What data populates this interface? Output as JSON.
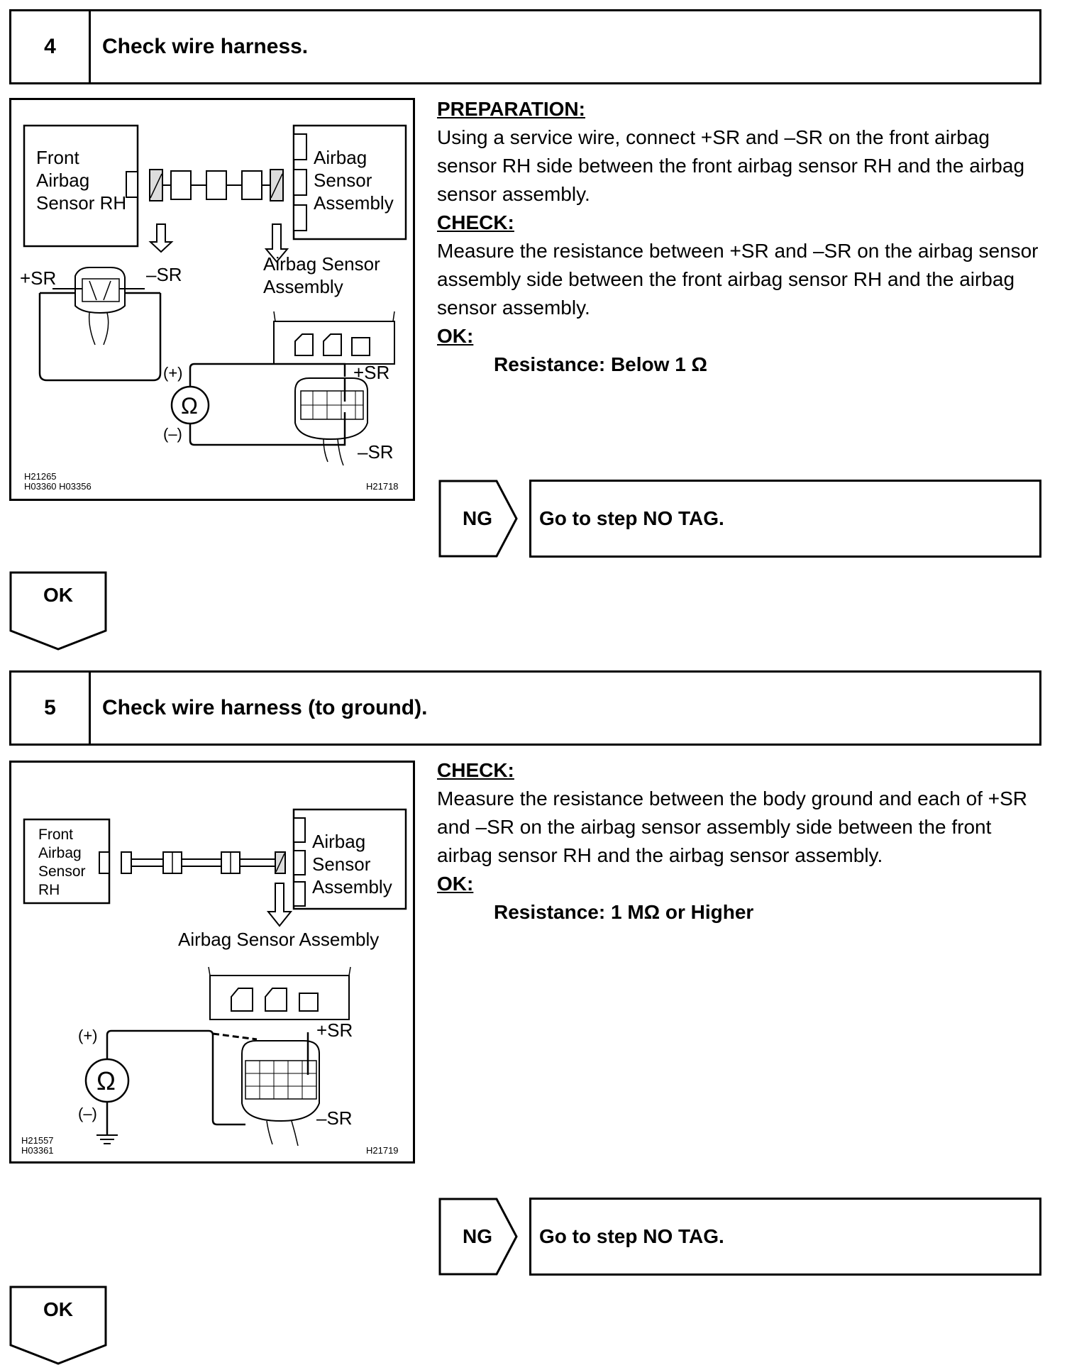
{
  "step4": {
    "number": "4",
    "title": "Check wire harness.",
    "figure": {
      "front_sensor": [
        "Front",
        "Airbag",
        "Sensor RH"
      ],
      "airbag_assembly": [
        "Airbag",
        "Sensor",
        "Assembly"
      ],
      "plus_sr": "+SR",
      "minus_sr": "–SR",
      "assembly_label": [
        "Airbag Sensor",
        "Assembly"
      ],
      "plus_meter": "(+)",
      "minus_meter": "(–)",
      "ohm": "Ω",
      "meter_plus_sr": "+SR",
      "meter_minus_sr": "–SR",
      "code_left_1": "H21265",
      "code_left_2": "H03360 H03356",
      "code_right": "H21718"
    },
    "preparation_label": "PREPARATION:",
    "preparation_text": "Using a service wire, connect +SR and –SR on the front airbag sensor RH side between the front airbag sensor RH and the airbag sensor assembly.",
    "check_label": "CHECK:",
    "check_text": "Measure the resistance between +SR and –SR on the airbag sensor assembly side between the front airbag sensor RH and the airbag sensor assembly.",
    "ok_label": "OK:",
    "ok_spec": "Resistance: Below 1 Ω",
    "ng_label": "NG",
    "ng_text": "Go to step NO TAG.",
    "ok_arrow_label": "OK"
  },
  "step5": {
    "number": "5",
    "title": "Check wire harness (to ground).",
    "figure": {
      "front_sensor": [
        "Front",
        "Airbag",
        "Sensor",
        "RH"
      ],
      "airbag_assembly": [
        "Airbag",
        "Sensor",
        "Assembly"
      ],
      "assembly_label": "Airbag Sensor Assembly",
      "plus_meter": "(+)",
      "minus_meter": "(–)",
      "ohm": "Ω",
      "meter_plus_sr": "+SR",
      "meter_minus_sr": "–SR",
      "code_left_1": "H21557",
      "code_left_2": "H03361",
      "code_right": "H21719"
    },
    "check_label": "CHECK:",
    "check_text": "Measure the resistance between the body ground and each of +SR and –SR on the airbag sensor assembly side between the front airbag sensor RH and the airbag sensor assembly.",
    "ok_label": "OK:",
    "ok_spec": "Resistance: 1 MΩ or Higher",
    "ng_label": "NG",
    "ng_text": "Go to step NO TAG.",
    "ok_arrow_label": "OK"
  }
}
